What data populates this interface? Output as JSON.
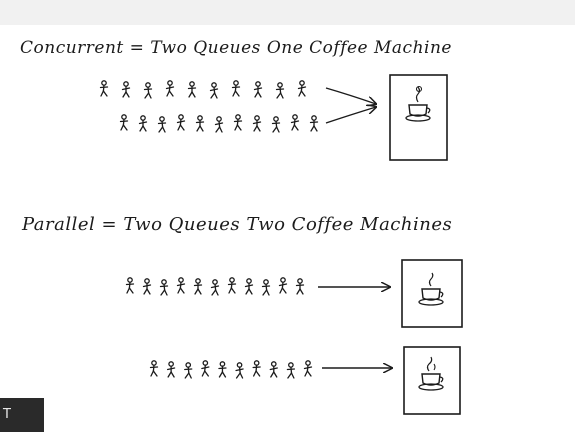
{
  "headings": {
    "concurrent": "Concurrent = Two Queues One Coffee Machine",
    "parallel": "Parallel = Two Queues Two Coffee Machines"
  },
  "queues": {
    "concurrent_top_count": 10,
    "concurrent_bottom_count": 11,
    "parallel_top_count": 11,
    "parallel_bottom_count": 10
  },
  "corner_box": {
    "label": "T"
  },
  "icons": {
    "person": "stick-figure-icon",
    "machine": "coffee-cup-icon",
    "arrow": "arrow-right-icon"
  },
  "colors": {
    "ink": "#1b1b1b",
    "background": "#ffffff",
    "corner_box": "#2a2a2a"
  }
}
